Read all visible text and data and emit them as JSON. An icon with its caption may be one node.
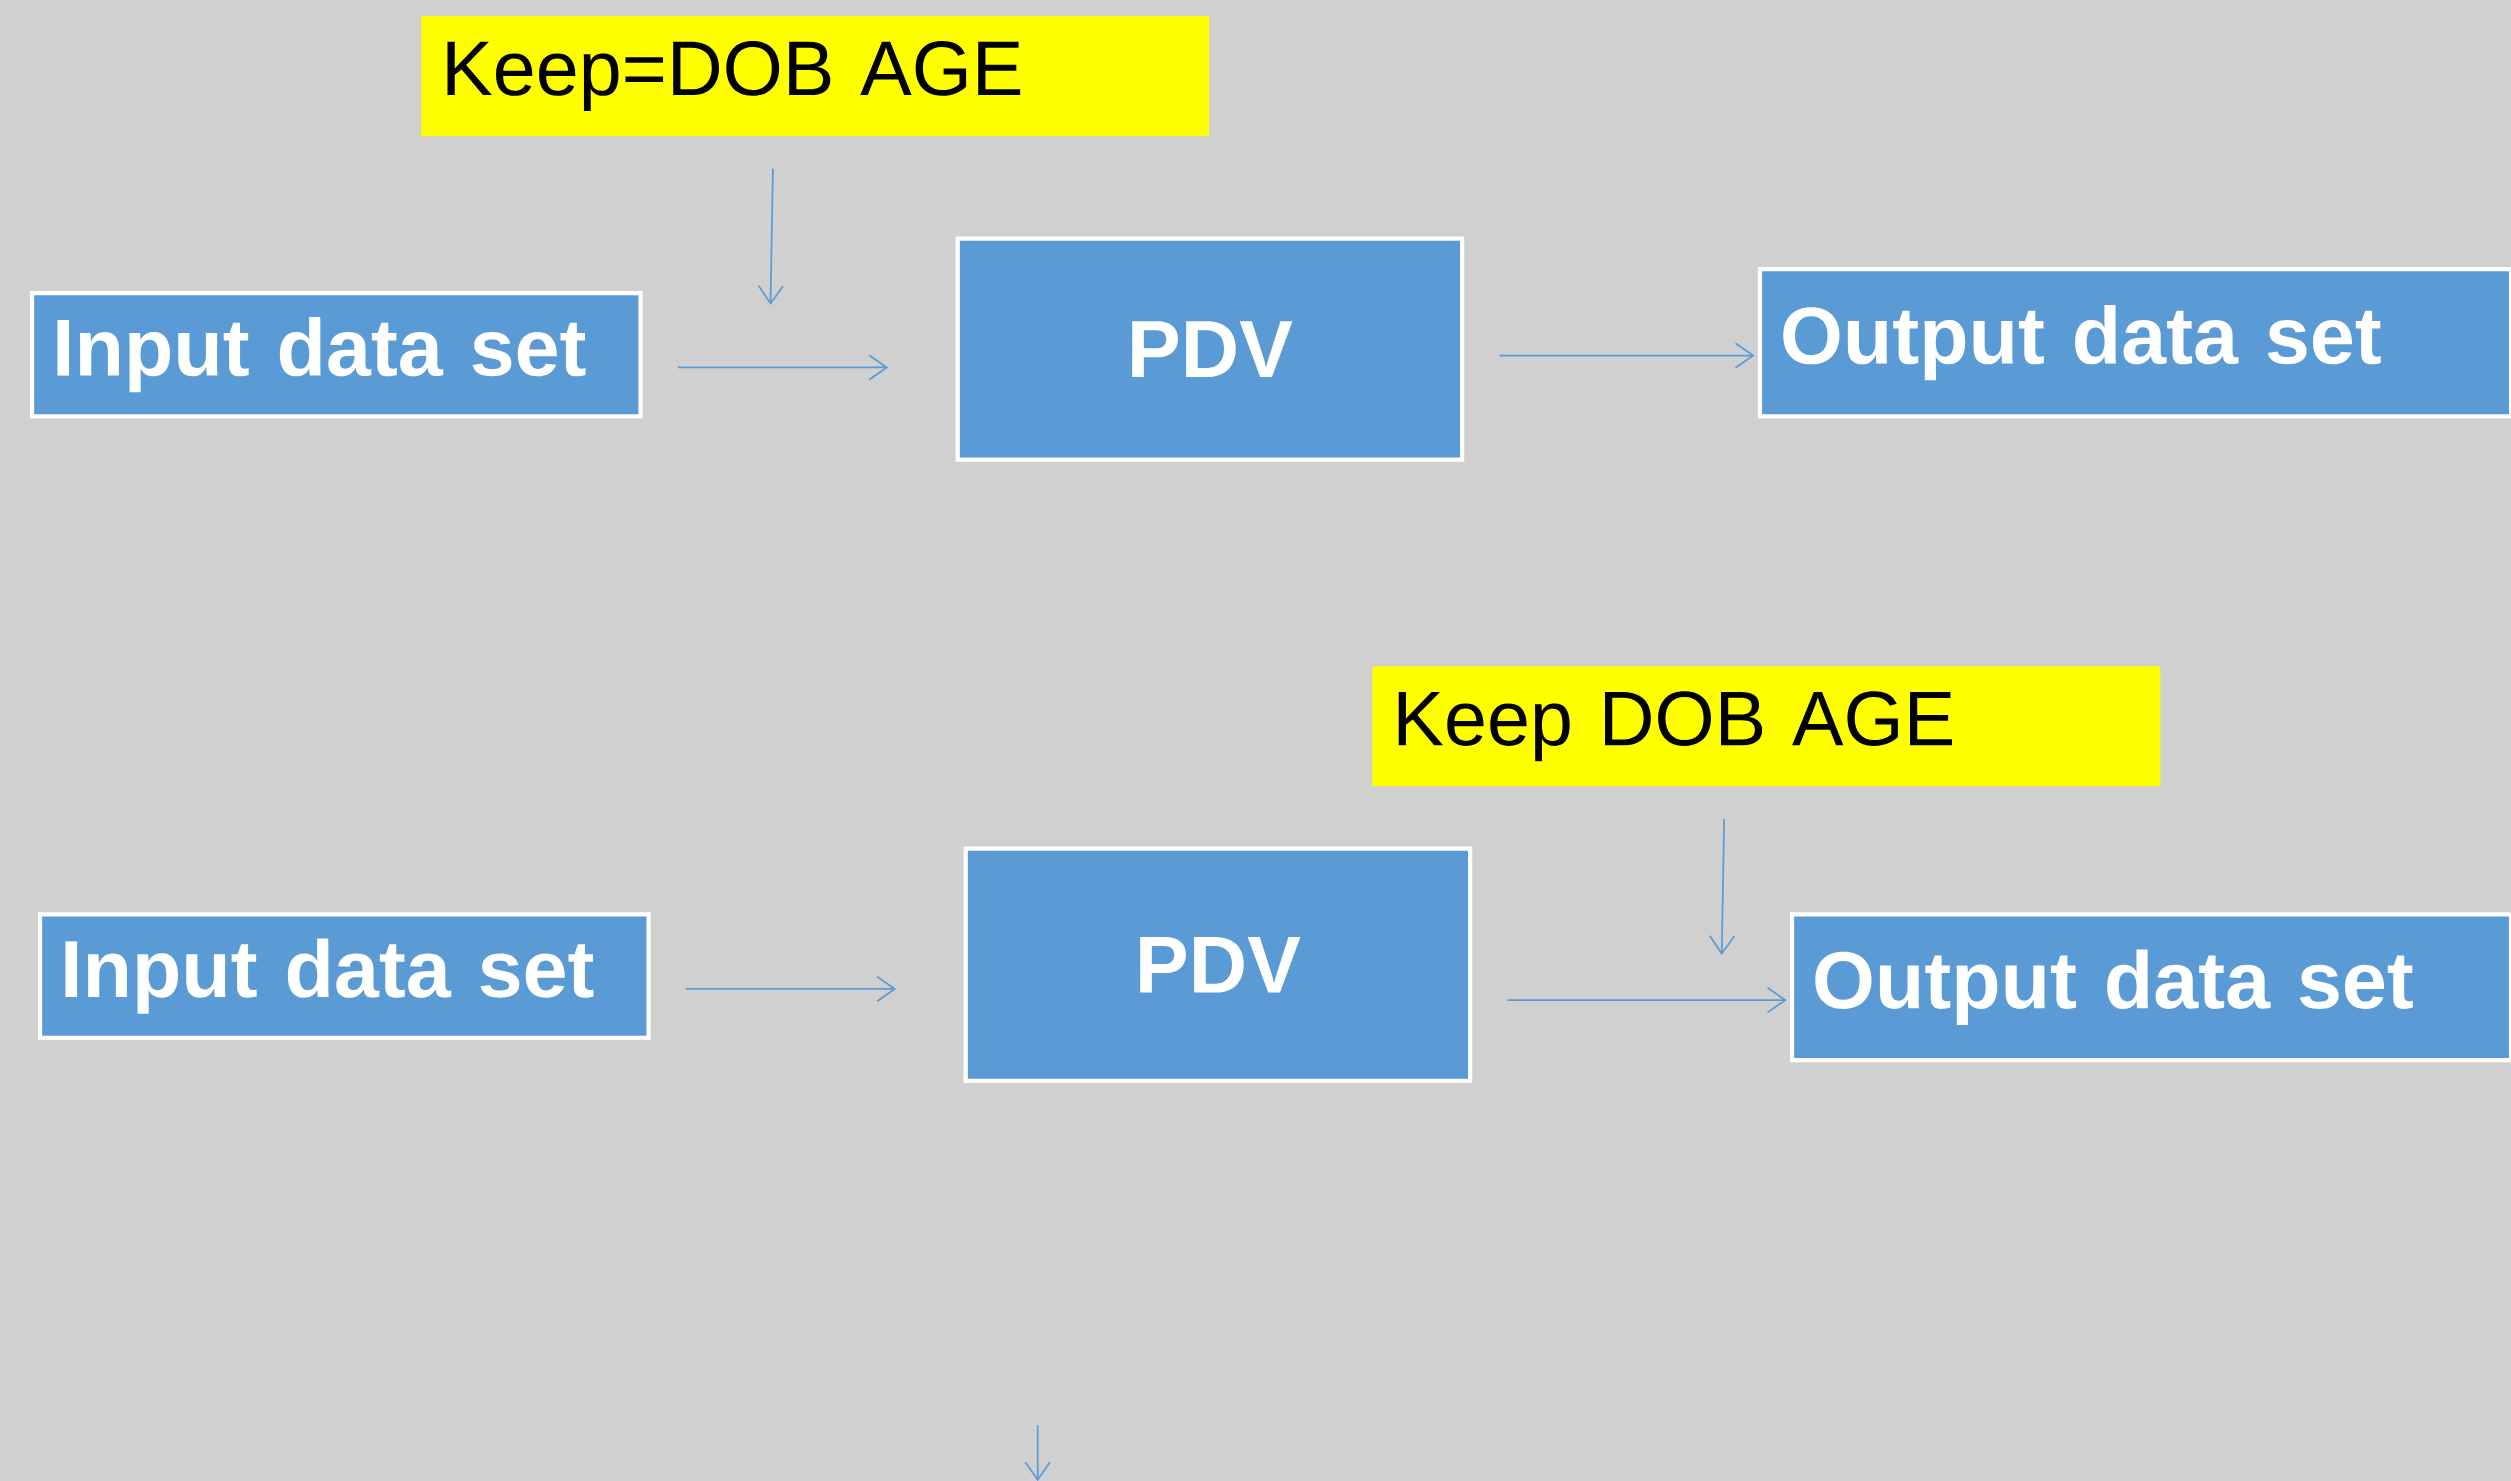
{
  "diagram": {
    "nodes": [
      {
        "text": [
          "Keep=DOB AGE"
        ]
      },
      {
        "text": [
          "Input data set"
        ]
      },
      {
        "text": [
          "PDV"
        ]
      },
      {
        "text": [
          "Output data set"
        ]
      },
      {
        "text": [
          "Keep DOB AGE"
        ]
      },
      {
        "text": [
          "Input data set"
        ]
      },
      {
        "text": [
          "PDV"
        ]
      },
      {
        "text": [
          "Output data set"
        ]
      }
    ],
    "edges": [
      {
        "from": 0,
        "to": null,
        "arrow": "to"
      },
      {
        "from": 1,
        "to": 2,
        "arrow": "to"
      },
      {
        "from": 2,
        "to": 3,
        "arrow": "to"
      },
      {
        "from": 4,
        "to": null,
        "arrow": "to"
      },
      {
        "from": 5,
        "to": 6,
        "arrow": "to"
      },
      {
        "from": 6,
        "to": 7,
        "arrow": "to"
      }
    ]
  }
}
